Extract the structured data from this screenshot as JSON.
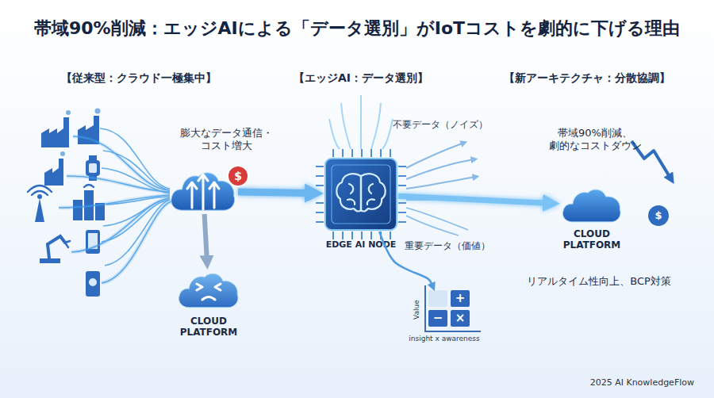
{
  "diagram": {
    "title": "帯域90%削減：エッジAIによる「データ選別」がIoTコストを劇的に下げる理由",
    "nodes": [
      {
        "text": [
          "膨大なデータ通信・ コスト増大"
        ]
      },
      {
        "text": [
          "CLOUD PLATFORM"
        ]
      },
      {
        "text": [
          "EDGE AI NODE"
        ]
      },
      {
        "text": [
          "+",
          "−",
          "×"
        ]
      },
      {
        "text": [
          "CLOUD PLATFORM"
        ]
      }
    ],
    "edges": [
      {
        "from": 0,
        "to": 1,
        "arrow": "to"
      },
      {
        "from": 0,
        "to": 2,
        "arrow": "to"
      },
      {
        "from": 2,
        "to": 3,
        "label": "重要データ（価値）",
        "arrow": "to"
      },
      {
        "from": 2,
        "to": 4,
        "arrow": "to"
      }
    ],
    "labels": [
      "【従来型：クラウド一極集中】",
      "【エッジAI：データ選別】",
      "【新アーキテクチャ：分散協調】",
      "$",
      "不要データ（ノイズ）",
      "Value",
      "insight x awareness",
      "帯域90%削減、 劇的なコストダウン",
      "$",
      "リアルタイム性向上、BCP対策",
      "2025 AI KnowledgeFlow"
    ]
  }
}
